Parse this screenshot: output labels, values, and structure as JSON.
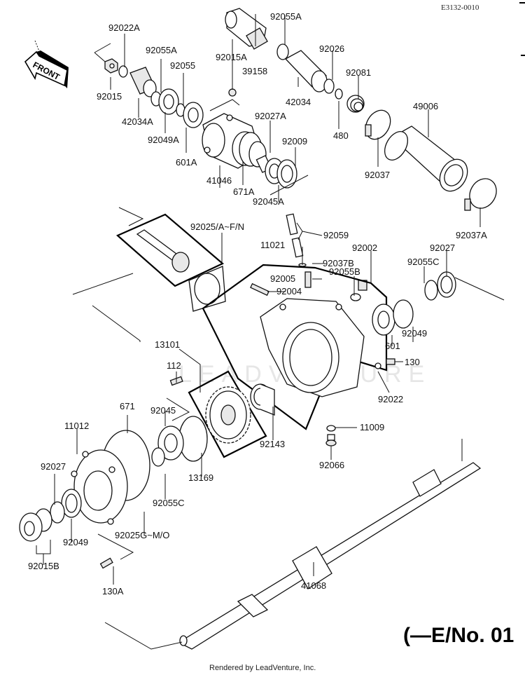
{
  "diagram": {
    "reference_code": "E3132-0010",
    "front_arrow_text": "FRONT",
    "serial_note": "(—E/No. 01",
    "footer": "Rendered by LeadVenture, Inc.",
    "watermark": "LEADVENTURE",
    "labels": [
      {
        "id": "92022A",
        "text": "92022A"
      },
      {
        "id": "92055A_top",
        "text": "92055A"
      },
      {
        "id": "92055A_left",
        "text": "92055A"
      },
      {
        "id": "92055",
        "text": "92055"
      },
      {
        "id": "92015A",
        "text": "92015A"
      },
      {
        "id": "39158",
        "text": "39158"
      },
      {
        "id": "92026",
        "text": "92026"
      },
      {
        "id": "92081",
        "text": "92081"
      },
      {
        "id": "49006",
        "text": "49006"
      },
      {
        "id": "92015",
        "text": "92015"
      },
      {
        "id": "42034A",
        "text": "42034A"
      },
      {
        "id": "92049A",
        "text": "92049A"
      },
      {
        "id": "601A",
        "text": "601A"
      },
      {
        "id": "42034",
        "text": "42034"
      },
      {
        "id": "480",
        "text": "480"
      },
      {
        "id": "92027A",
        "text": "92027A"
      },
      {
        "id": "92009",
        "text": "92009"
      },
      {
        "id": "41046",
        "text": "41046"
      },
      {
        "id": "671A",
        "text": "671A"
      },
      {
        "id": "92045A",
        "text": "92045A"
      },
      {
        "id": "92037",
        "text": "92037"
      },
      {
        "id": "92037A",
        "text": "92037A"
      },
      {
        "id": "92025_A_FN",
        "text": "92025/A~F/N"
      },
      {
        "id": "92059",
        "text": "92059"
      },
      {
        "id": "11021",
        "text": "11021"
      },
      {
        "id": "92002",
        "text": "92002"
      },
      {
        "id": "92027_right",
        "text": "92027"
      },
      {
        "id": "92037B",
        "text": "92037B"
      },
      {
        "id": "92005",
        "text": "92005"
      },
      {
        "id": "92055B",
        "text": "92055B"
      },
      {
        "id": "92055C_right",
        "text": "92055C"
      },
      {
        "id": "92004",
        "text": "92004"
      },
      {
        "id": "92049_right",
        "text": "92049"
      },
      {
        "id": "601",
        "text": "601"
      },
      {
        "id": "13101",
        "text": "13101"
      },
      {
        "id": "130",
        "text": "130"
      },
      {
        "id": "112",
        "text": "112"
      },
      {
        "id": "92022",
        "text": "92022"
      },
      {
        "id": "671",
        "text": "671"
      },
      {
        "id": "92045",
        "text": "92045"
      },
      {
        "id": "11012",
        "text": "11012"
      },
      {
        "id": "92143",
        "text": "92143"
      },
      {
        "id": "11009",
        "text": "11009"
      },
      {
        "id": "92027_left",
        "text": "92027"
      },
      {
        "id": "13169",
        "text": "13169"
      },
      {
        "id": "92066",
        "text": "92066"
      },
      {
        "id": "92055C_left",
        "text": "92055C"
      },
      {
        "id": "92049_left",
        "text": "92049"
      },
      {
        "id": "92025G_MO",
        "text": "92025G~M/O"
      },
      {
        "id": "92015B",
        "text": "92015B"
      },
      {
        "id": "130A",
        "text": "130A"
      },
      {
        "id": "41068",
        "text": "41068"
      }
    ]
  }
}
